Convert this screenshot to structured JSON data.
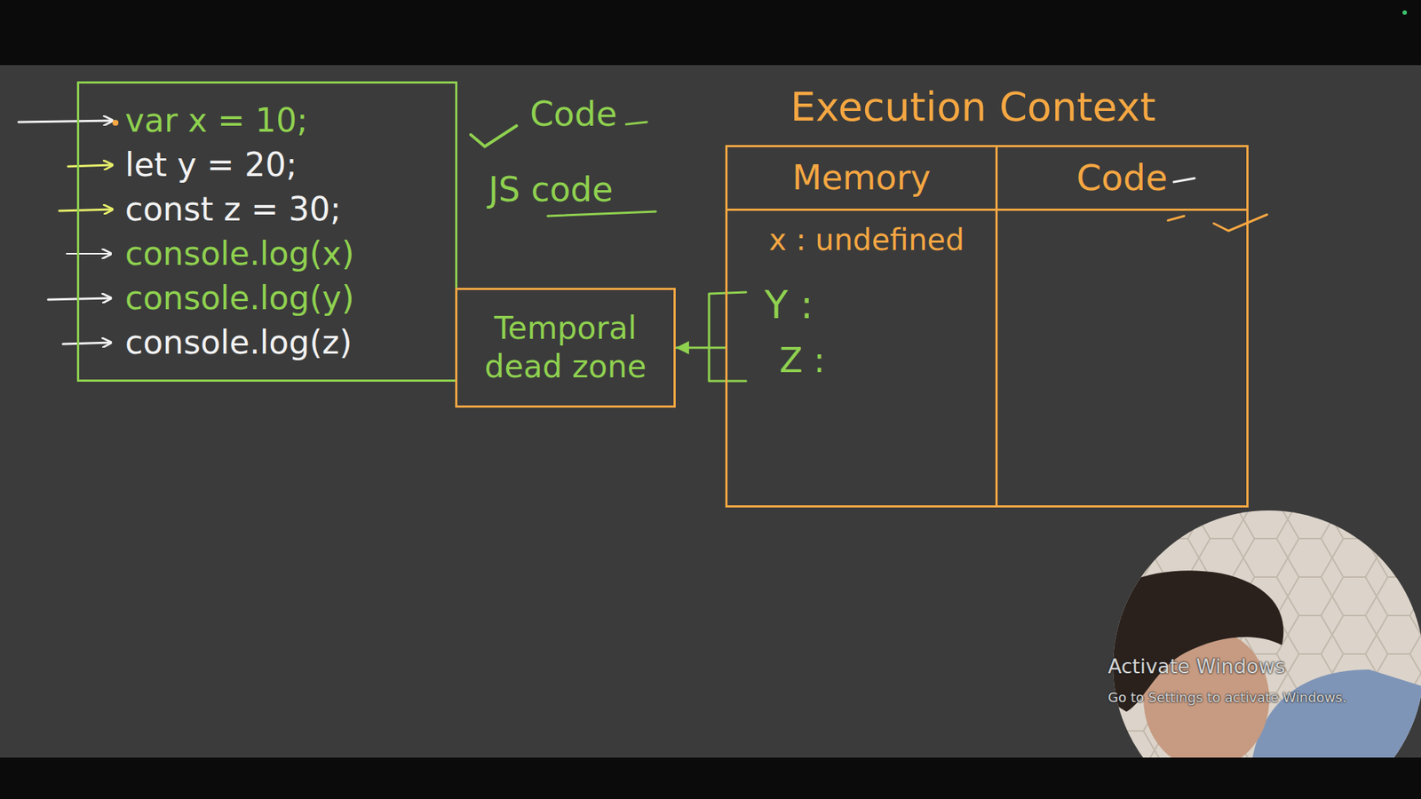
{
  "diagram": {
    "nodes": [
      {
        "text": [
          "var x = 10;",
          "let y = 20;",
          "const z = 30;",
          "console.log(x)",
          "console.log(y)",
          "console.log(z)"
        ]
      },
      {
        "text": [
          "Temporal dead zone"
        ]
      },
      {
        "text": [
          "Execution Context"
        ]
      },
      {
        "text": [
          "Memory",
          "x : undefined",
          "Y :",
          "Z :"
        ],
        "in": 2
      },
      {
        "text": [
          "Code"
        ],
        "in": 2
      }
    ],
    "edges": [
      {
        "from": 3,
        "to": 1,
        "arrow": "to"
      }
    ],
    "labels": [
      "Code",
      "JS code",
      "Activate Windows",
      "Go to Settings to activate Windows."
    ]
  }
}
